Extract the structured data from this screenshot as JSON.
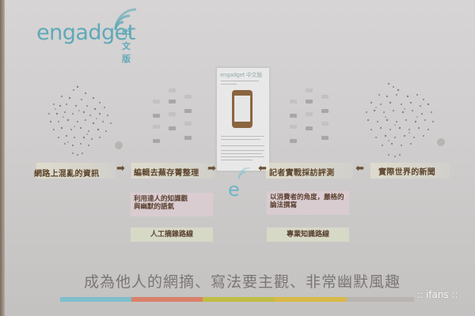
{
  "logo": {
    "wordmark": "engadget",
    "suffix": "中文版",
    "color": "#5fa9b8"
  },
  "diagram": {
    "document_mockup": {
      "header": "engadget 中文版"
    },
    "labels": {
      "left_source": "網路上混亂的資訊",
      "left_process": "編輯去蕪存菁整理",
      "right_process": "記者實戰採訪評測",
      "right_source": "實際世界的新聞"
    },
    "descriptions": {
      "left": [
        "利用達人的知識觀",
        "與幽默的語氣"
      ],
      "right": [
        "以消費者的角度，嚴格的",
        "論法撰寫"
      ]
    },
    "routes": {
      "left": "人工摘錄路線",
      "right": "專業知識路線"
    },
    "arrows": {
      "left_1": "➡",
      "left_2": "➡",
      "right_1": "⬅",
      "right_2": "⬅"
    },
    "center_icon": "engadget-e-icon"
  },
  "headline": "成為他人的網摘、寫法要主觀、非常幽默風趣",
  "color_bar": [
    {
      "color": "#7fbfcc",
      "width": 90
    },
    {
      "color": "#d9816a",
      "width": 90
    },
    {
      "color": "#bfbd44",
      "width": 90
    },
    {
      "color": "#d8b94a",
      "width": 90
    },
    {
      "color": "#b8b5b2",
      "width": 85
    }
  ],
  "watermark": ":: ifans ::"
}
